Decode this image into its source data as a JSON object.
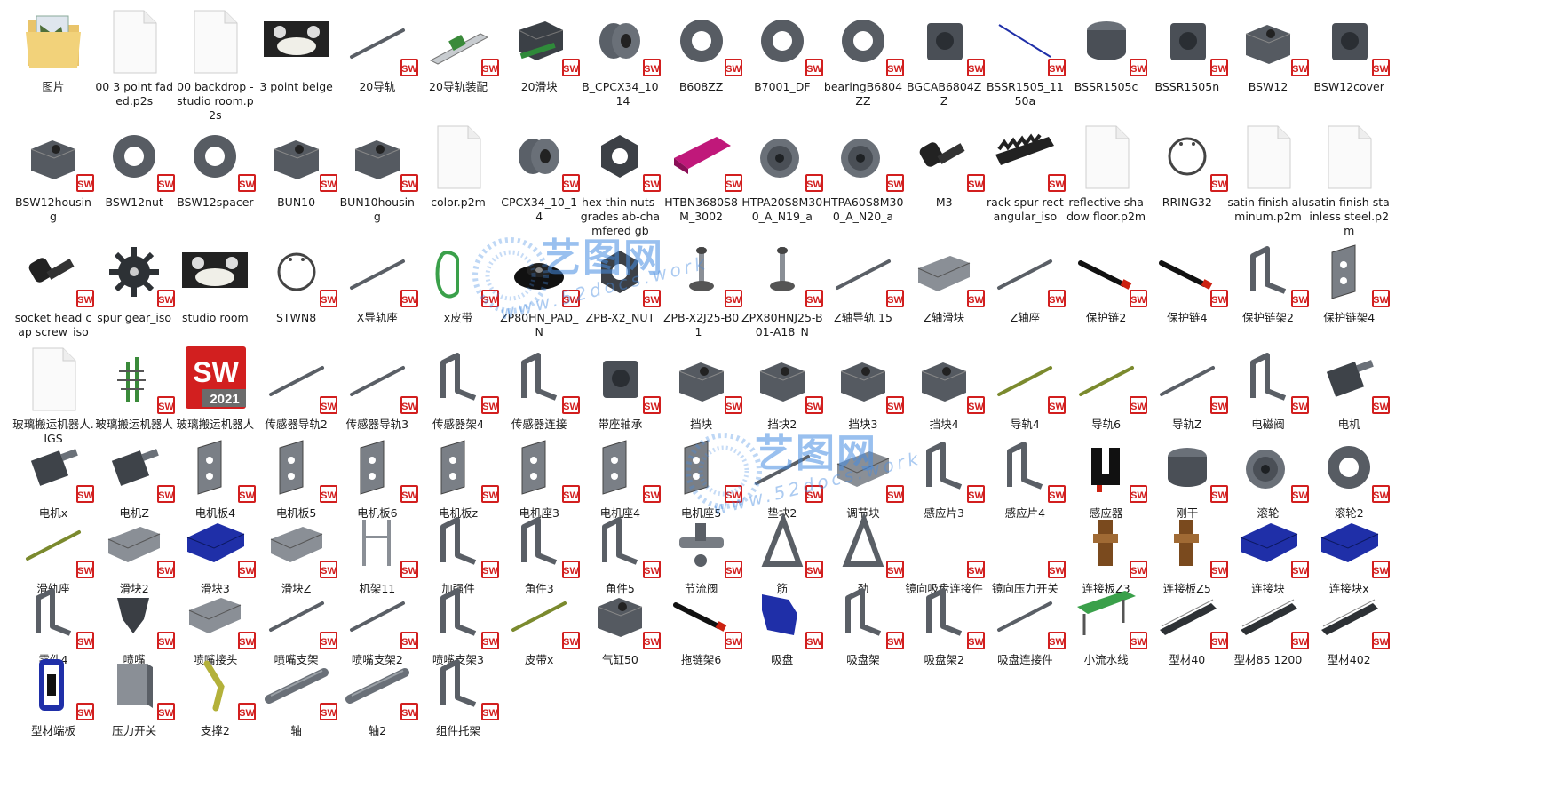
{
  "watermark": {
    "text": "艺图网",
    "url": "www.52docs.work"
  },
  "badge": "SW",
  "app_icon_year": "2021",
  "colors": {
    "label": "#1a1a1a",
    "badge_red": "#d21f1f",
    "part_gray": "#5a5f66",
    "accent_blue": "#1f2fa8",
    "accent_green": "#4aa53a",
    "accent_magenta": "#c0187a"
  },
  "items": [
    {
      "label": "图片",
      "kind": "folder"
    },
    {
      "label": "00 3 point faded.p2s",
      "kind": "doc"
    },
    {
      "label": "00 backdrop - studio room.p2s",
      "kind": "doc"
    },
    {
      "label": "3 point beige",
      "kind": "scene"
    },
    {
      "label": "20导轨",
      "kind": "rod"
    },
    {
      "label": "20导轨装配",
      "kind": "rail"
    },
    {
      "label": "20滑块",
      "kind": "blockgreen"
    },
    {
      "label": "B_CPCX34_10_14",
      "kind": "coupler"
    },
    {
      "label": "B608ZZ",
      "kind": "ring"
    },
    {
      "label": "B7001_DF",
      "kind": "ring"
    },
    {
      "label": "bearingB6804ZZ",
      "kind": "ring"
    },
    {
      "label": "BGCAB6804ZZ",
      "kind": "housing"
    },
    {
      "label": "BSSR1505_1150a",
      "kind": "rodblue"
    },
    {
      "label": "BSSR1505c",
      "kind": "cylinder"
    },
    {
      "label": "BSSR1505n",
      "kind": "housing"
    },
    {
      "label": "BSW12",
      "kind": "block"
    },
    {
      "label": "BSW12cover",
      "kind": "housing"
    },
    {
      "label": "BSW12housing",
      "kind": "block"
    },
    {
      "label": "BSW12nut",
      "kind": "ring"
    },
    {
      "label": "BSW12spacer",
      "kind": "ring"
    },
    {
      "label": "BUN10",
      "kind": "block"
    },
    {
      "label": "BUN10housing",
      "kind": "block"
    },
    {
      "label": "color.p2m",
      "kind": "doc"
    },
    {
      "label": "CPCX34_10_14",
      "kind": "coupler"
    },
    {
      "label": "hex thin nuts-grades ab-chamfered gb",
      "kind": "hexnut"
    },
    {
      "label": "HTBN3680S8M_3002",
      "kind": "beltpink"
    },
    {
      "label": "HTPA20S8M300_A_N19_a",
      "kind": "pulley"
    },
    {
      "label": "HTPA60S8M300_A_N20_a",
      "kind": "pulley"
    },
    {
      "label": "M3",
      "kind": "bolt"
    },
    {
      "label": "rack spur rectangular_iso",
      "kind": "rack"
    },
    {
      "label": "reflective shadow floor.p2m",
      "kind": "doc"
    },
    {
      "label": "RRING32",
      "kind": "snapring"
    },
    {
      "label": "satin finish aluminum.p2m",
      "kind": "doc"
    },
    {
      "label": "satin finish stainless steel.p2m",
      "kind": "doc"
    },
    {
      "label": "socket head cap screw_iso",
      "kind": "bolt"
    },
    {
      "label": "spur gear_iso",
      "kind": "gear"
    },
    {
      "label": "studio room",
      "kind": "scene"
    },
    {
      "label": "STWN8",
      "kind": "snapring"
    },
    {
      "label": "X导轨座",
      "kind": "rod"
    },
    {
      "label": "x皮带",
      "kind": "beltgreen"
    },
    {
      "label": "ZP80HN_PAD_N",
      "kind": "cup"
    },
    {
      "label": "ZPB-X2_NUT",
      "kind": "hexnut"
    },
    {
      "label": "ZPB-X2J25-B01_",
      "kind": "suction"
    },
    {
      "label": "ZPX80HNJ25-B01-A18_N",
      "kind": "suction"
    },
    {
      "label": "Z轴导轨 15",
      "kind": "rod"
    },
    {
      "label": "Z轴滑块",
      "kind": "slider"
    },
    {
      "label": "Z轴座",
      "kind": "rod"
    },
    {
      "label": "保护链2",
      "kind": "chain"
    },
    {
      "label": "保护链4",
      "kind": "chain"
    },
    {
      "label": "保护链架2",
      "kind": "bracket"
    },
    {
      "label": "保护链架4",
      "kind": "plate"
    },
    {
      "label": "玻璃搬运机器人.IGS",
      "kind": "doc"
    },
    {
      "label": "玻璃搬运机器人",
      "kind": "robot"
    },
    {
      "label": "玻璃搬运机器人",
      "kind": "swapp"
    },
    {
      "label": "传感器导轨2",
      "kind": "rod"
    },
    {
      "label": "传感器导轨3",
      "kind": "rod"
    },
    {
      "label": "传感器架4",
      "kind": "bracket"
    },
    {
      "label": "传感器连接",
      "kind": "bracket"
    },
    {
      "label": "带座轴承",
      "kind": "housing"
    },
    {
      "label": "挡块",
      "kind": "block"
    },
    {
      "label": "挡块2",
      "kind": "block"
    },
    {
      "label": "挡块3",
      "kind": "block"
    },
    {
      "label": "挡块4",
      "kind": "block"
    },
    {
      "label": "导轨4",
      "kind": "rodgreen"
    },
    {
      "label": "导轨6",
      "kind": "rodgreen"
    },
    {
      "label": "导轨Z",
      "kind": "rod"
    },
    {
      "label": "电磁阀",
      "kind": "bracket"
    },
    {
      "label": "电机",
      "kind": "motor"
    },
    {
      "label": "电机x",
      "kind": "motor"
    },
    {
      "label": "电机Z",
      "kind": "motor"
    },
    {
      "label": "电机板4",
      "kind": "plate"
    },
    {
      "label": "电机板5",
      "kind": "plate"
    },
    {
      "label": "电机板6",
      "kind": "plate"
    },
    {
      "label": "电机板z",
      "kind": "plate"
    },
    {
      "label": "电机座3",
      "kind": "plate"
    },
    {
      "label": "电机座4",
      "kind": "plate"
    },
    {
      "label": "电机座5",
      "kind": "plate"
    },
    {
      "label": "垫块2",
      "kind": "rod"
    },
    {
      "label": "调节块",
      "kind": "slider"
    },
    {
      "label": "感应片3",
      "kind": "bracket"
    },
    {
      "label": "感应片4",
      "kind": "bracket"
    },
    {
      "label": "感应器",
      "kind": "sensor"
    },
    {
      "label": "刚干",
      "kind": "cylinder"
    },
    {
      "label": "滚轮",
      "kind": "pulley"
    },
    {
      "label": "滚轮2",
      "kind": "ring"
    },
    {
      "label": "滑轨座",
      "kind": "rodgreen"
    },
    {
      "label": "滑块2",
      "kind": "slider"
    },
    {
      "label": "滑块3",
      "kind": "blueblock"
    },
    {
      "label": "滑块Z",
      "kind": "slider"
    },
    {
      "label": "机架11",
      "kind": "frame"
    },
    {
      "label": "加强件",
      "kind": "bracket"
    },
    {
      "label": "角件3",
      "kind": "bracket"
    },
    {
      "label": "角件5",
      "kind": "bracket"
    },
    {
      "label": "节流阀",
      "kind": "valve"
    },
    {
      "label": "筋",
      "kind": "rib"
    },
    {
      "label": "劲",
      "kind": "rib"
    },
    {
      "label": "镜向吸盘连接件",
      "kind": "empty"
    },
    {
      "label": "镜向压力开关",
      "kind": "empty"
    },
    {
      "label": "连接板Z3",
      "kind": "bracketbrown"
    },
    {
      "label": "连接板Z5",
      "kind": "bracketbrown"
    },
    {
      "label": "连接块",
      "kind": "blueblock"
    },
    {
      "label": "连接块x",
      "kind": "blueblock"
    },
    {
      "label": "零件4",
      "kind": "bracket"
    },
    {
      "label": "喷嘴",
      "kind": "nozzle"
    },
    {
      "label": "喷嘴接头",
      "kind": "slider"
    },
    {
      "label": "喷嘴支架",
      "kind": "rod"
    },
    {
      "label": "喷嘴支架2",
      "kind": "rod"
    },
    {
      "label": "喷嘴支架3",
      "kind": "bracket"
    },
    {
      "label": "皮带x",
      "kind": "rodgreen"
    },
    {
      "label": "气缸50",
      "kind": "block"
    },
    {
      "label": "拖链架6",
      "kind": "chain"
    },
    {
      "label": "吸盘",
      "kind": "blueplate"
    },
    {
      "label": "吸盘架",
      "kind": "bracket"
    },
    {
      "label": "吸盘架2",
      "kind": "bracket"
    },
    {
      "label": "吸盘连接件",
      "kind": "rod"
    },
    {
      "label": "小流水线",
      "kind": "conveyor"
    },
    {
      "label": "型材40",
      "kind": "profile"
    },
    {
      "label": "型材85 1200",
      "kind": "profile"
    },
    {
      "label": "型材402",
      "kind": "profile"
    },
    {
      "label": "型材端板",
      "kind": "blueframe"
    },
    {
      "label": "压力开关",
      "kind": "box"
    },
    {
      "label": "支撑2",
      "kind": "yellowbar"
    },
    {
      "label": "轴",
      "kind": "shaft"
    },
    {
      "label": "轴2",
      "kind": "shaft"
    },
    {
      "label": "组件托架",
      "kind": "bracket"
    }
  ]
}
